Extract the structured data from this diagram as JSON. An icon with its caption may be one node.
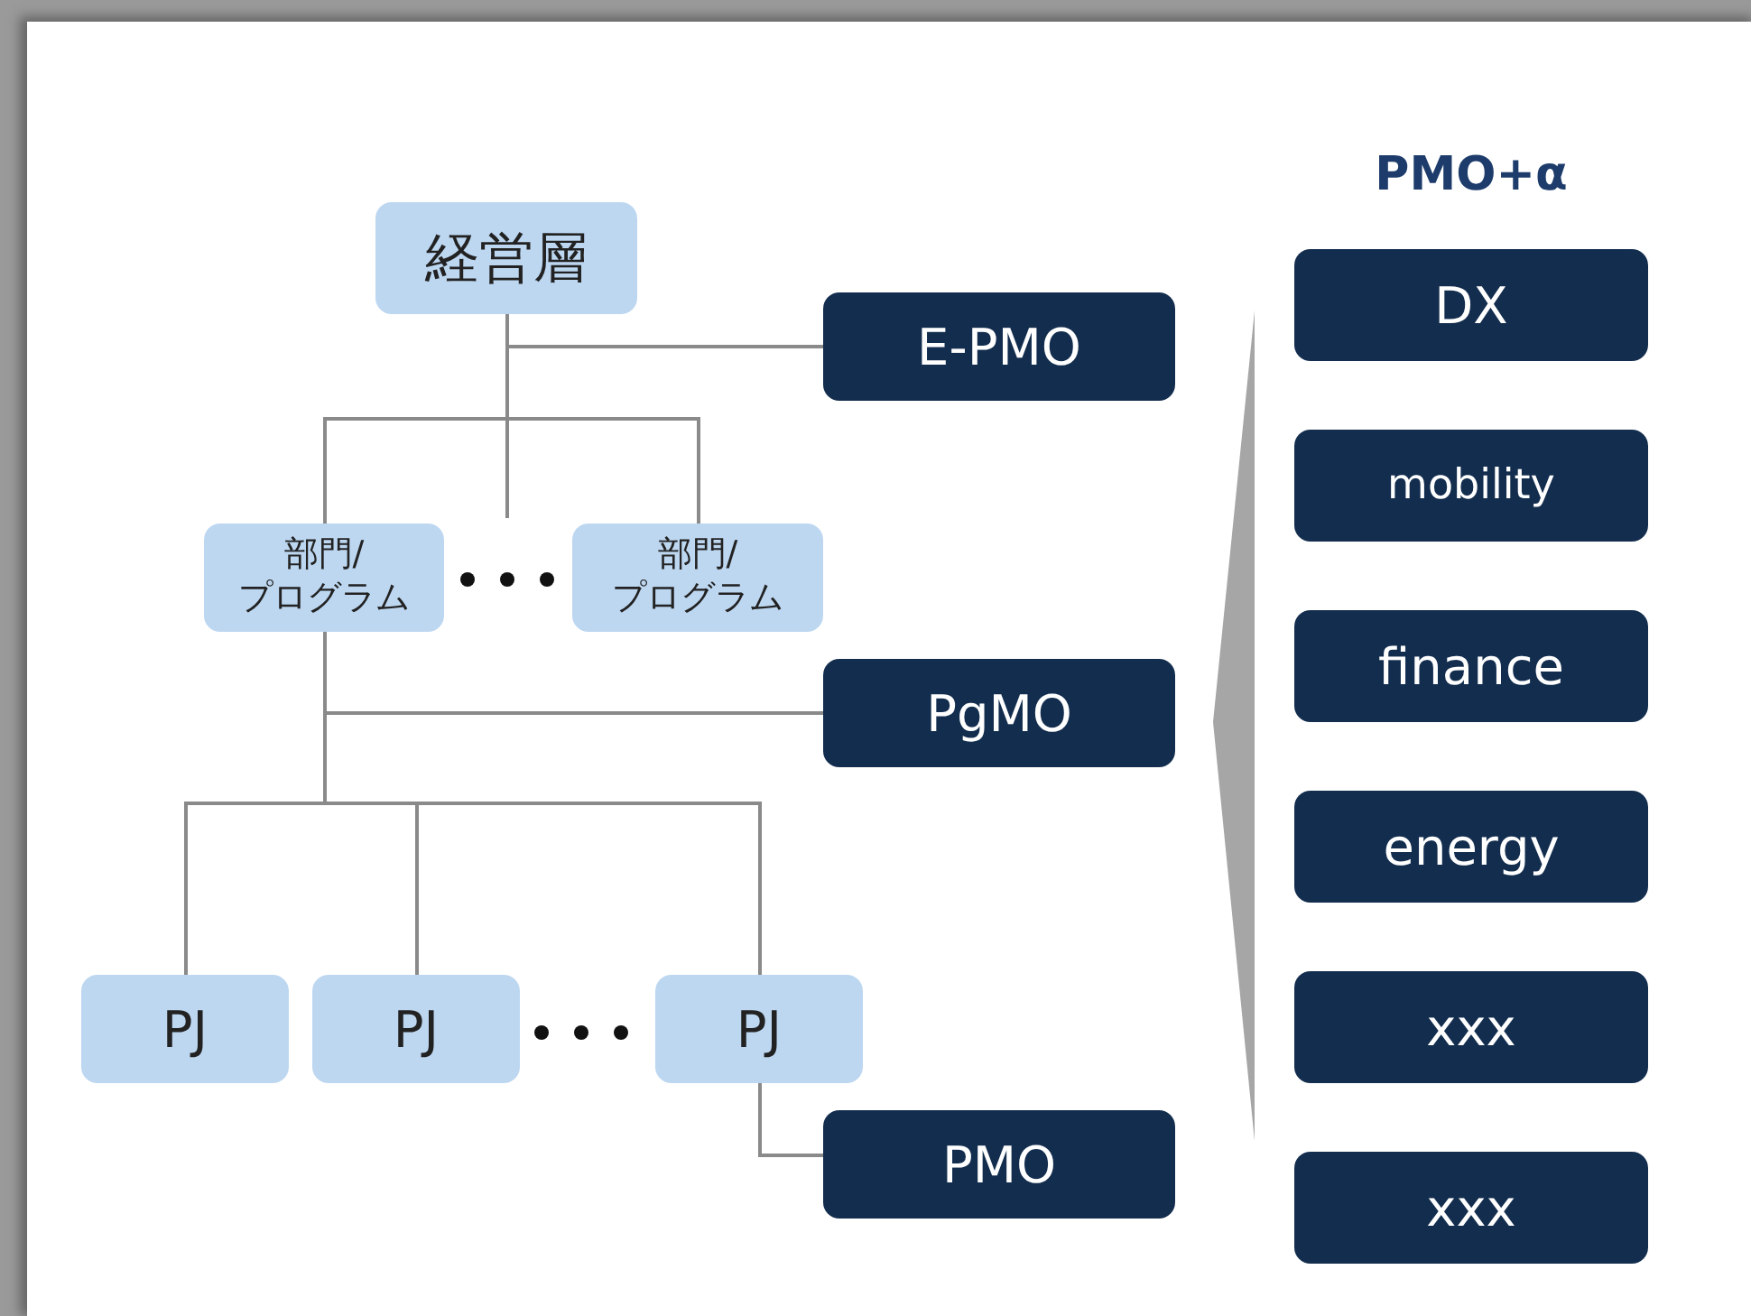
{
  "diagram": {
    "nodes": [
      {
        "text": [
          "経営層"
        ]
      },
      {
        "text": [
          "E-PMO"
        ]
      },
      {
        "text": [
          "部門/プログラム"
        ]
      },
      {
        "text": [
          "部門/プログラム"
        ]
      },
      {
        "text": [
          "PgMO"
        ]
      },
      {
        "text": [
          "PJ"
        ]
      },
      {
        "text": [
          "PJ"
        ]
      },
      {
        "text": [
          "PJ"
        ]
      },
      {
        "text": [
          "PMO"
        ]
      },
      {
        "text": [
          "DX"
        ]
      },
      {
        "text": [
          "mobility"
        ]
      },
      {
        "text": [
          "finance"
        ]
      },
      {
        "text": [
          "energy"
        ]
      },
      {
        "text": [
          "xxx"
        ]
      },
      {
        "text": [
          "xxx"
        ]
      }
    ],
    "edges": [
      {
        "from": 0,
        "to": 1,
        "arrow": "none"
      },
      {
        "from": 0,
        "to": 2,
        "arrow": "none"
      },
      {
        "from": 0,
        "to": 3,
        "arrow": "none"
      },
      {
        "from": 0,
        "to": null,
        "arrow": "none"
      },
      {
        "from": 2,
        "to": 4,
        "arrow": "none"
      },
      {
        "from": 2,
        "to": 5,
        "arrow": "none"
      },
      {
        "from": 2,
        "to": 6,
        "arrow": "none"
      },
      {
        "from": 2,
        "to": 7,
        "arrow": "none"
      },
      {
        "from": 7,
        "to": 8,
        "arrow": "none"
      }
    ],
    "labels": [
      "PMO+α"
    ]
  }
}
